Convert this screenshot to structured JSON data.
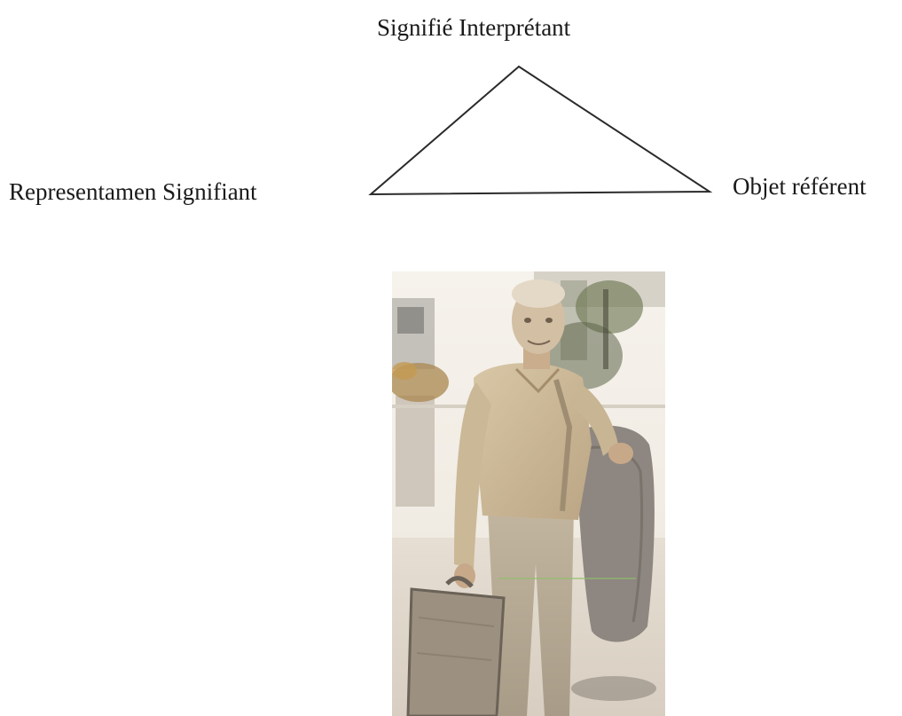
{
  "diagram": {
    "top_label": "Signifié Interprétant",
    "left_label": "Representamen Signifiant",
    "right_label": "Objet référent"
  },
  "colors": {
    "line": "#2a2a2a",
    "text": "#1a1a1a",
    "photo_sky": "#f3efe9",
    "photo_figure": "#c9b48f"
  },
  "photo": {
    "subject": "man covered in dust holding a briefcase and a coat"
  }
}
